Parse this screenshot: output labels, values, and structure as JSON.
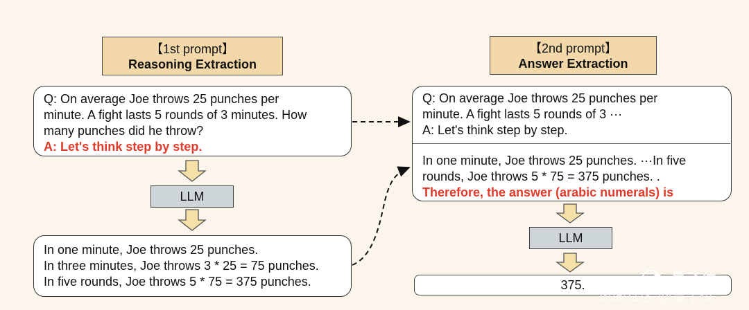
{
  "left": {
    "header": {
      "line1": "【1st prompt】",
      "line2": "Reasoning Extraction"
    },
    "question_box": {
      "lines": [
        "Q: On average Joe throws 25 punches per",
        "minute.  A fight lasts 5 rounds of 3 minutes.  How",
        "many punches did he throw?"
      ],
      "trigger": "A: Let's think step by step."
    },
    "llm_label": "LLM",
    "output_box": {
      "lines": [
        "In one minute, Joe throws 25 punches.",
        "In three minutes, Joe throws 3 * 25 = 75 punches.",
        "In five rounds, Joe throws 5 * 75 = 375 punches."
      ]
    }
  },
  "right": {
    "header": {
      "line1": "【2nd prompt】",
      "line2": "Answer Extraction"
    },
    "prompt_box": {
      "top_lines": [
        "Q: On average Joe throws 25 punches per",
        "minute.  A fight lasts 5 rounds of 3 ···",
        "A: Let's think step by step."
      ],
      "bottom_lines": [
        "In one minute, Joe throws 25 punches. ···In five",
        "rounds, Joe throws 5 * 75 = 375 punches. ."
      ],
      "trigger": "Therefore, the answer (arabic numerals) is"
    },
    "llm_label": "LLM",
    "answer": "375."
  },
  "watermark": {
    "line1": "量子位",
    "line2": "风闻社区 @量子位"
  },
  "colors": {
    "background": "#fbf5eb",
    "header_fill": "#f3d9aa",
    "llm_fill": "#ced6da",
    "arrow_fill": "#f5e0a8",
    "trigger_red": "#e03b2b"
  }
}
